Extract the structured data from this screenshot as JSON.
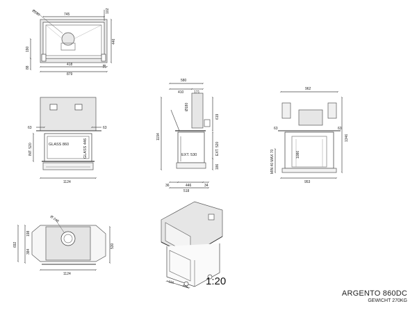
{
  "drawing": {
    "model": "ARGENTO 860DC",
    "weight": "GEWICHT 270KG",
    "scale": "1:20"
  },
  "top_view": {
    "width_inner": "745",
    "top_right": "102",
    "duct": "Ø180",
    "depth_right": "446",
    "left_side": "190",
    "bottom_left": "88",
    "offset": "418",
    "total_width": "879",
    "bottom_right": "38"
  },
  "front_view": {
    "side_left": "63",
    "side_right": "63",
    "glass_label": "GLASS 860",
    "glass_side_label": "GLASS 446",
    "int_label": "INT. 520",
    "total_width": "1124"
  },
  "side_view": {
    "total_top": "580",
    "top_a": "410",
    "top_b": "171",
    "duct_label": "Ø180",
    "right_upper": "619",
    "height": "1194",
    "ext_label": "EXT. 530",
    "ext_right": "EXT. 520",
    "bottom_right": "186",
    "bot_a": "36",
    "bot_b": "446",
    "bot_c": "34",
    "bot_total": "518"
  },
  "right_view": {
    "total_top": "962",
    "side_left": "63",
    "side_right": "63",
    "height": "1346",
    "inner": "1086",
    "min_max": "MIN 40 MAX 70",
    "bottom": "953"
  },
  "plan_view": {
    "duct": "Ø 248",
    "left_upper": "198",
    "left_total": "692",
    "left_lower": "384",
    "right": "530",
    "total_width": "1124"
  },
  "iso_view": {
    "front": "116",
    "side": "446"
  }
}
